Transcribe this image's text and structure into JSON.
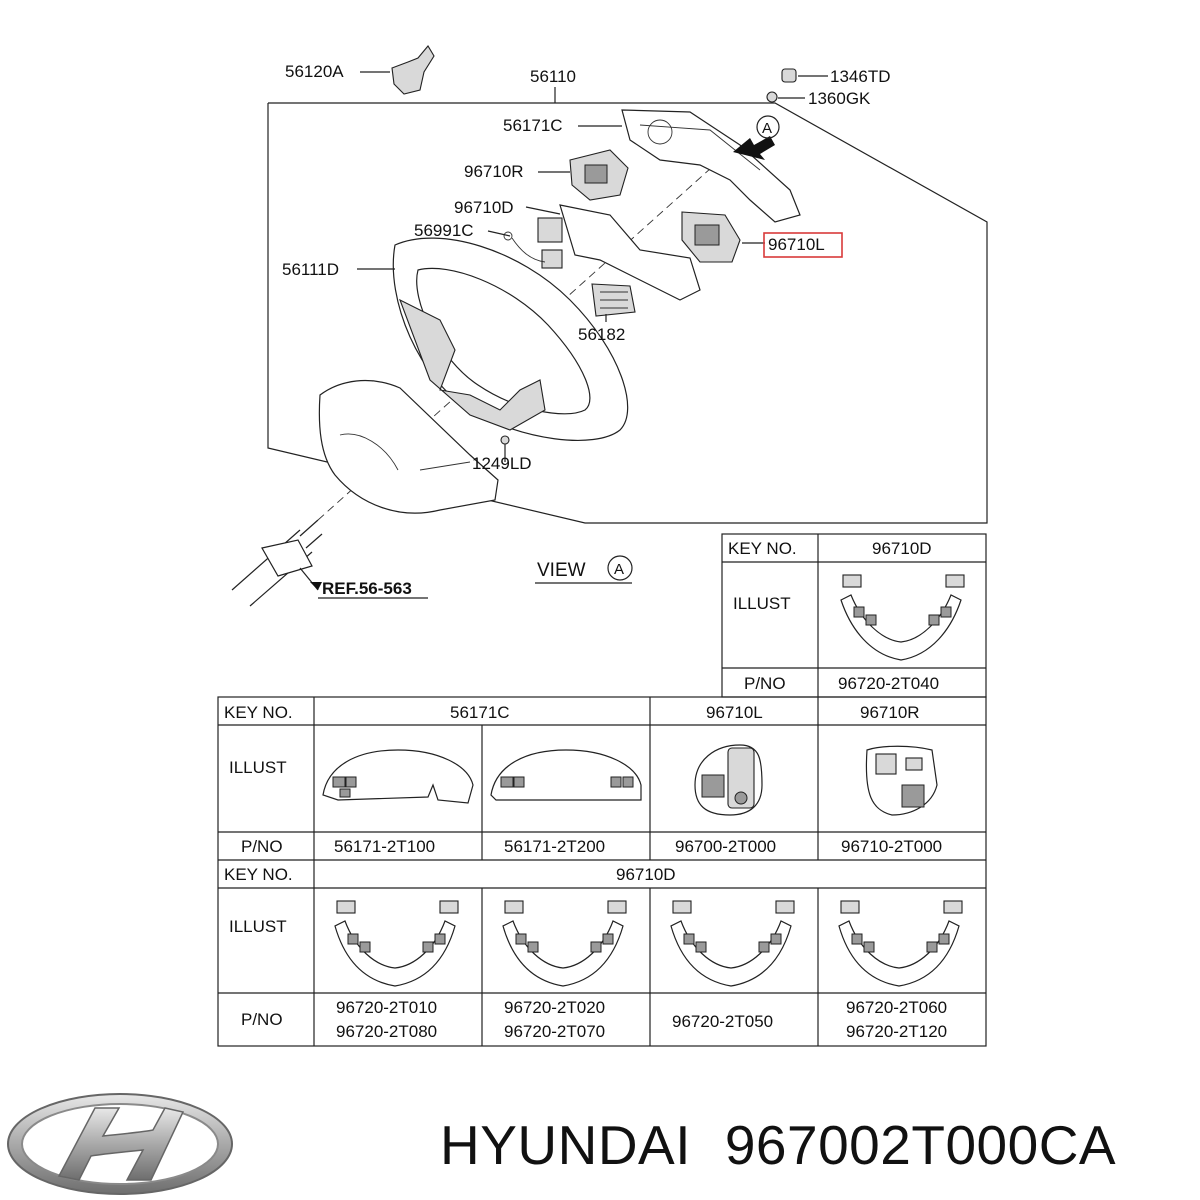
{
  "callouts": {
    "c56120A": "56120A",
    "c56110": "56110",
    "c1346TD": "1346TD",
    "c1360GK": "1360GK",
    "c56171C": "56171C",
    "c96710R": "96710R",
    "c96710D": "96710D",
    "c56991C": "56991C",
    "c96710L": "96710L",
    "c56111D": "56111D",
    "c56182": "56182",
    "c1249LD": "1249LD",
    "ref": "REF.56-563",
    "view_text": "VIEW",
    "view_letter": "A",
    "marker_letter": "A"
  },
  "colors": {
    "highlight": "#d93a3a",
    "line": "#222222",
    "logo_silver": "#a9a9a9"
  },
  "table_top": {
    "key_label": "KEY NO.",
    "illust_label": "ILLUST",
    "pno_label": "P/NO",
    "key": "96710D",
    "pno": "96720-2T040"
  },
  "table_main": {
    "key_label": "KEY NO.",
    "illust_label": "ILLUST",
    "pno_label": "P/NO",
    "row1_keys": [
      "56171C",
      "96710L",
      "96710R"
    ],
    "row1_pnos": [
      "56171-2T100",
      "56171-2T200",
      "96700-2T000",
      "96710-2T000"
    ],
    "row2_key": "96710D",
    "row2_pnos": [
      [
        "96720-2T010",
        "96720-2T080"
      ],
      [
        "96720-2T020",
        "96720-2T070"
      ],
      [
        "96720-2T050"
      ],
      [
        "96720-2T060",
        "96720-2T120"
      ]
    ]
  },
  "footer": {
    "brand": "HYUNDAI",
    "part_number": "967002T000CA",
    "logo_icon": "hyundai-logo-icon"
  }
}
